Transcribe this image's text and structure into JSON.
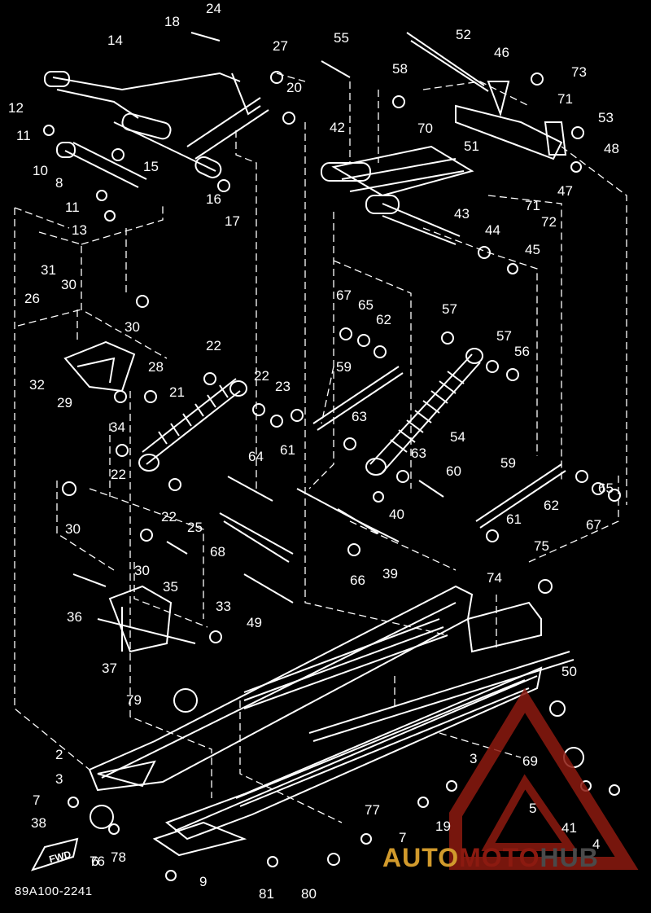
{
  "diagram": {
    "callouts": [
      "24",
      "18",
      "14",
      "27",
      "55",
      "52",
      "46",
      "73",
      "58",
      "20",
      "12",
      "71",
      "53",
      "11",
      "70",
      "42",
      "48",
      "10",
      "15",
      "51",
      "47",
      "8",
      "16",
      "71",
      "72",
      "11",
      "43",
      "13",
      "17",
      "44",
      "45",
      "31",
      "30",
      "67",
      "65",
      "62",
      "57",
      "30",
      "26",
      "22",
      "57",
      "56",
      "28",
      "59",
      "32",
      "29",
      "21",
      "22",
      "23",
      "34",
      "61",
      "63",
      "54",
      "22",
      "63",
      "60",
      "64",
      "59",
      "30",
      "22",
      "25",
      "40",
      "62",
      "65",
      "68",
      "61",
      "67",
      "30",
      "35",
      "66",
      "39",
      "75",
      "74",
      "36",
      "33",
      "49",
      "37",
      "50",
      "79",
      "69",
      "2",
      "3",
      "3",
      "7",
      "76",
      "5",
      "38",
      "77",
      "41",
      "19",
      "7",
      "6",
      "78",
      "4",
      "9",
      "81",
      "80"
    ],
    "part_code": "89A100-2241",
    "fwd_badge": "FWD"
  },
  "watermark": {
    "part1": "AUTO",
    "part2": "MOTO",
    "part3": "HUB"
  },
  "colors": {
    "background": "#000000",
    "line": "#ffffff",
    "watermark_red": "#8c1a10",
    "watermark_gold": "#d19a2c",
    "watermark_grey": "#4a4a4a"
  }
}
